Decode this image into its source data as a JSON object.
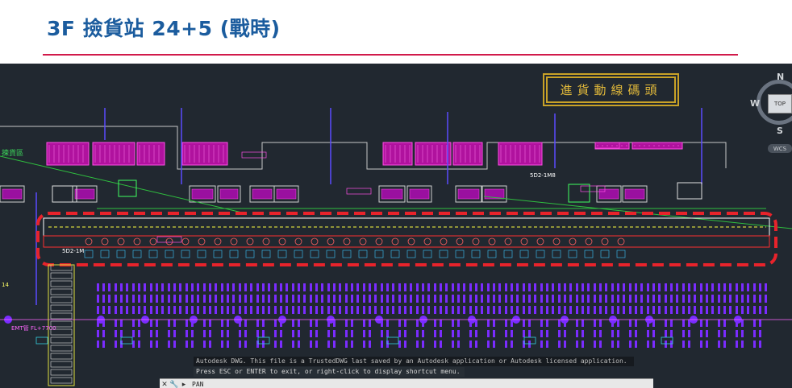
{
  "slide": {
    "title": "3F 撿貨站 24+5 (戰時)",
    "accent_color": "#1b5c9e",
    "rule_color": "#d11a4a"
  },
  "cad": {
    "background": "#212830",
    "legend_label": "進貨動線碼頭",
    "viewcube": {
      "north": "N",
      "south": "S",
      "west": "W",
      "face": "TOP",
      "wcs": "WCS"
    },
    "labels": {
      "left_area": "揀貨區",
      "emt": "EMT管 FL+7700",
      "dock_left": "5D2-1M",
      "dock_right": "5D2-1M8",
      "side_num": "14"
    },
    "conveyor_outline_color": "#e8232b",
    "command": {
      "message_1": "Autodesk DWG.  This file is a TrustedDWG last saved by an Autodesk application or Autodesk licensed application.",
      "message_2": "Press ESC or ENTER to exit, or right-click to display shortcut menu.",
      "input_value": "PAN",
      "close_icon": "close-icon",
      "settings_icon": "wrench-icon"
    }
  }
}
